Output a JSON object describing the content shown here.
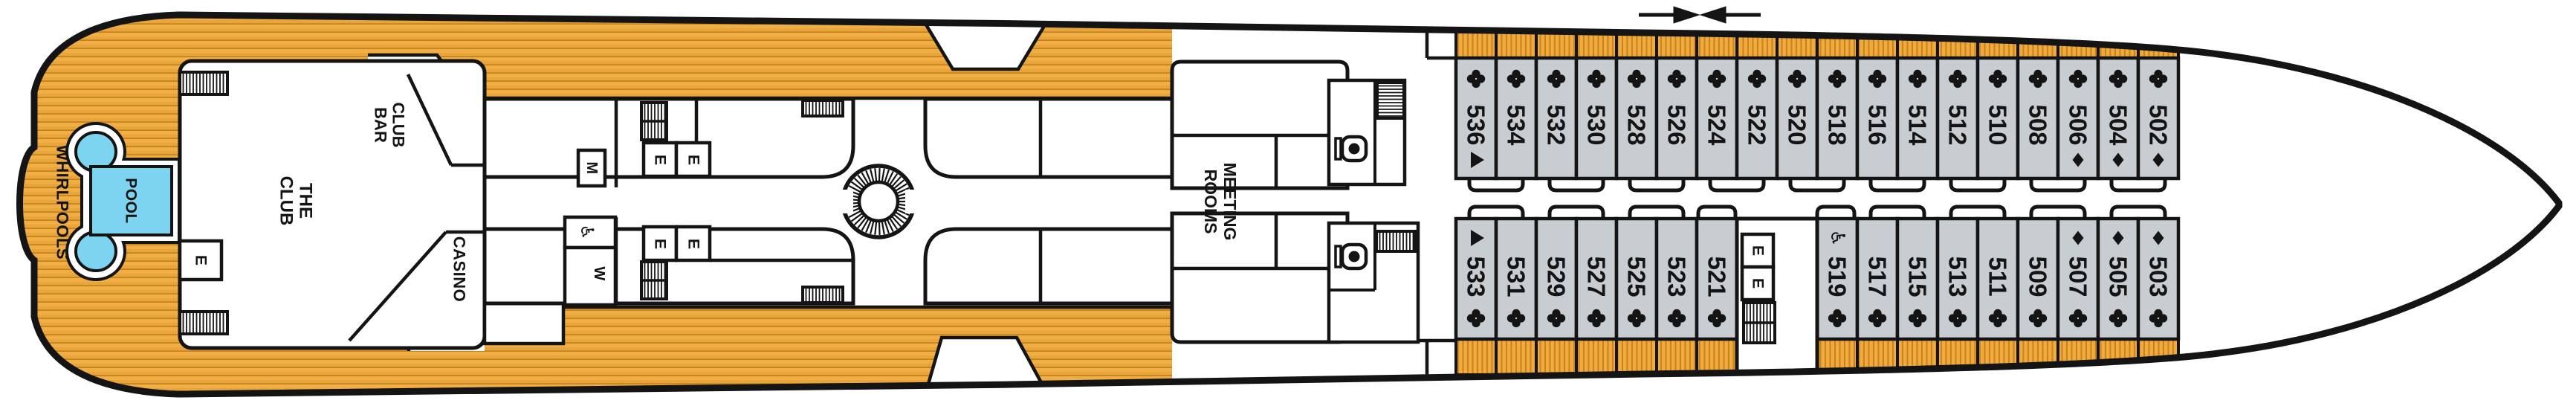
{
  "deck_plan": {
    "areas": {
      "whirlpools": "WHIRLPOOLS",
      "pool": "POOL",
      "the_club": {
        "full": "THE CLUB",
        "lines": [
          "THE",
          "CLUB"
        ]
      },
      "club_bar": {
        "full": "CLUB BAR",
        "lines": [
          "CLUB",
          "BAR"
        ]
      },
      "casino": "CASINO",
      "meeting_rooms": {
        "full": "MEETING ROOMS",
        "lines": [
          "MEETING",
          "ROOMS"
        ]
      }
    },
    "labels": {
      "elevator": "E",
      "mens_restroom": "M",
      "womens_restroom": "W"
    },
    "cabins": {
      "top_row": [
        {
          "number": "536",
          "marker": "triangle",
          "berth_icon": "clover"
        },
        {
          "number": "534",
          "marker": null,
          "berth_icon": "clover"
        },
        {
          "number": "532",
          "marker": null,
          "berth_icon": "clover"
        },
        {
          "number": "530",
          "marker": null,
          "berth_icon": "clover"
        },
        {
          "number": "528",
          "marker": null,
          "berth_icon": "clover"
        },
        {
          "number": "526",
          "marker": null,
          "berth_icon": "clover"
        },
        {
          "number": "524",
          "marker": null,
          "berth_icon": "clover"
        },
        {
          "number": "522",
          "marker": null,
          "berth_icon": "clover"
        },
        {
          "number": "520",
          "marker": null,
          "berth_icon": "clover"
        },
        {
          "number": "518",
          "marker": null,
          "berth_icon": "clover"
        },
        {
          "number": "516",
          "marker": null,
          "berth_icon": "clover"
        },
        {
          "number": "514",
          "marker": null,
          "berth_icon": "clover"
        },
        {
          "number": "512",
          "marker": null,
          "berth_icon": "clover"
        },
        {
          "number": "510",
          "marker": null,
          "berth_icon": "clover"
        },
        {
          "number": "508",
          "marker": null,
          "berth_icon": "clover"
        },
        {
          "number": "506",
          "marker": "diamond",
          "berth_icon": "clover"
        },
        {
          "number": "504",
          "marker": "diamond",
          "berth_icon": "clover"
        },
        {
          "number": "502",
          "marker": "diamond",
          "berth_icon": "clover"
        }
      ],
      "bottom_row": [
        {
          "number": "533",
          "marker": "triangle",
          "berth_icon": "clover"
        },
        {
          "number": "531",
          "marker": null,
          "berth_icon": "clover"
        },
        {
          "number": "529",
          "marker": null,
          "berth_icon": "clover"
        },
        {
          "number": "527",
          "marker": null,
          "berth_icon": "clover"
        },
        {
          "number": "525",
          "marker": null,
          "berth_icon": "clover"
        },
        {
          "number": "523",
          "marker": null,
          "berth_icon": "clover"
        },
        {
          "number": "521",
          "marker": null,
          "berth_icon": "clover"
        },
        {
          "number": "519",
          "marker": "wheelchair",
          "berth_icon": "clover"
        },
        {
          "number": "517",
          "marker": null,
          "berth_icon": "clover"
        },
        {
          "number": "515",
          "marker": null,
          "berth_icon": "clover"
        },
        {
          "number": "513",
          "marker": null,
          "berth_icon": "clover"
        },
        {
          "number": "511",
          "marker": null,
          "berth_icon": "clover"
        },
        {
          "number": "509",
          "marker": null,
          "berth_icon": "clover"
        },
        {
          "number": "507",
          "marker": "diamond",
          "berth_icon": "clover"
        },
        {
          "number": "505",
          "marker": "diamond",
          "berth_icon": "clover"
        },
        {
          "number": "503",
          "marker": "diamond",
          "berth_icon": "clover"
        }
      ],
      "elevator_block_between": [
        "521",
        "519"
      ]
    },
    "colors": {
      "deck_orange": "#E8A53C",
      "deck_highlight": "#F0AE45",
      "deck_seam": "#C3811B",
      "balcony_orange": "#F1AA3D",
      "balcony_seam": "#C8851E",
      "cabin_gray": "#C8CDD2",
      "pool_blue": "#7DD4F0",
      "wall_black": "#141414"
    }
  }
}
